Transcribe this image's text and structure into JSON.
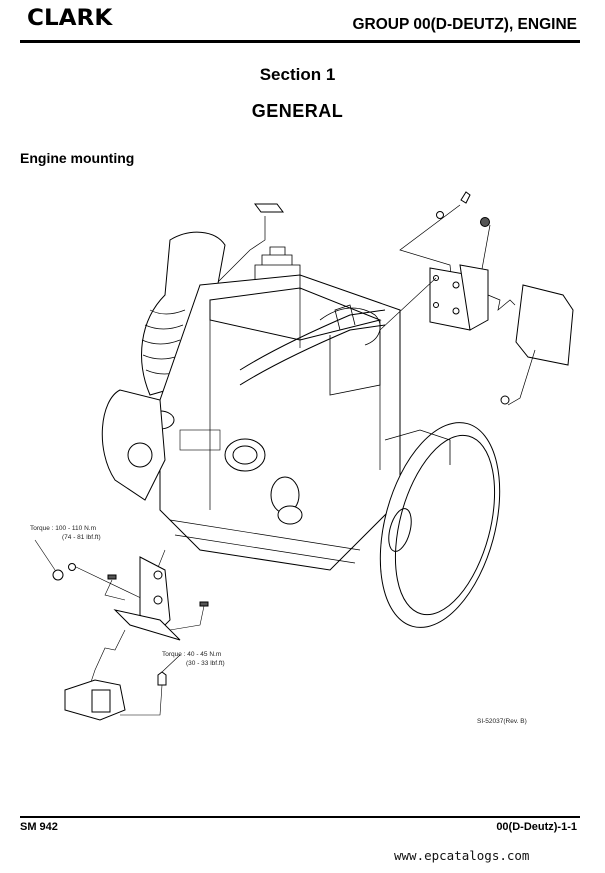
{
  "header": {
    "logo": "CLARK",
    "group_title": "GROUP 00(D-DEUTZ), ENGINE"
  },
  "section": {
    "number_label": "Section 1",
    "title": "GENERAL"
  },
  "subheading": "Engine mounting",
  "figure": {
    "description": "Exploded line drawing of engine with front and rear mounting brackets",
    "callouts": {
      "torque_front": {
        "line1": "Torque : 100 - 110 N.m",
        "line2": "(74 - 81 lbf.ft)"
      },
      "torque_rear": {
        "line1": "Torque : 40 - 45 N.m",
        "line2": "(30 - 33 lbf.ft)"
      },
      "drawing_ref": "SI-52037(Rev. B)"
    }
  },
  "footer": {
    "manual_code": "SM 942",
    "page_number": "00(D-Deutz)-1-1",
    "watermark": "www.epcatalogs.com"
  }
}
